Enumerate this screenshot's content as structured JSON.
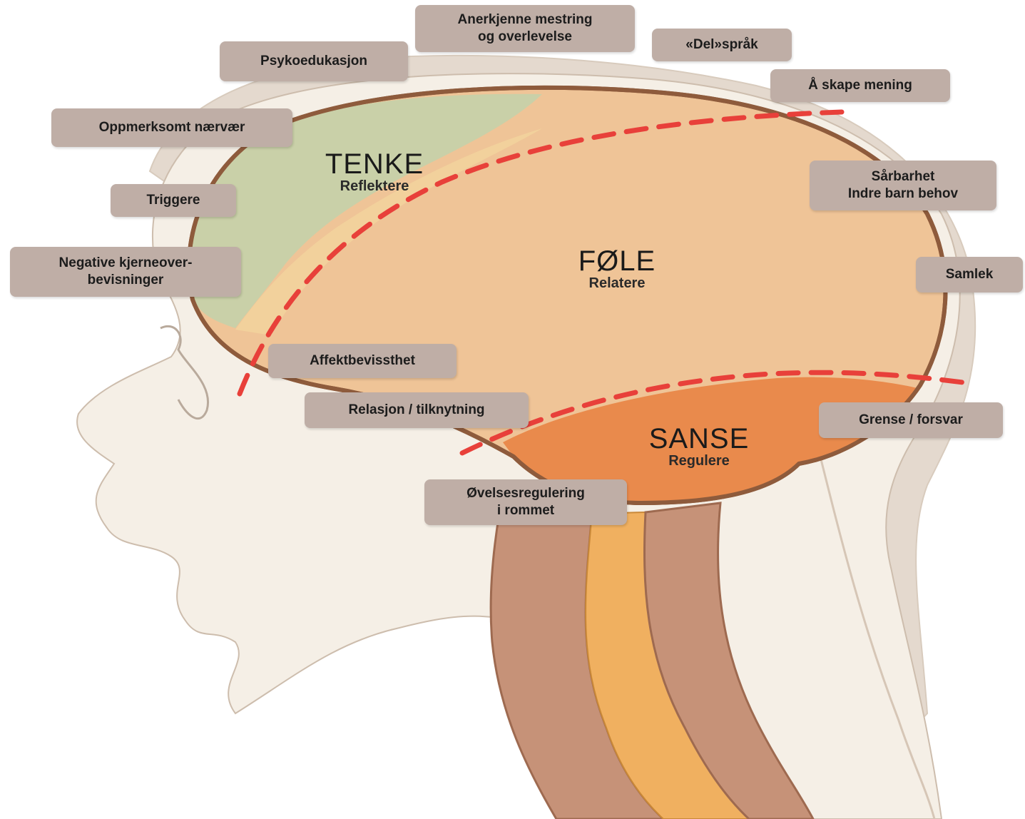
{
  "colors": {
    "skin": "#f5efe6",
    "hair": "#e4d9ce",
    "outline": "#b98c6d",
    "think_zone": "#c9d0a8",
    "feel_zone": "#efc497",
    "sense_zone": "#e98a4c",
    "spine_brown": "#c69278",
    "spine_orange": "#f0b060",
    "dashed_line": "#e8403a",
    "label_bg": "#bfaea6"
  },
  "zones": {
    "think": {
      "title": "TENKE",
      "subtitle": "Reflektere"
    },
    "feel": {
      "title": "FØLE",
      "subtitle": "Relatere"
    },
    "sense": {
      "title": "SANSE",
      "subtitle": "Regulere"
    }
  },
  "labels": {
    "anerkjenne": [
      "Anerkjenne mestring",
      "og overlevelse"
    ],
    "psykoedukasjon": "Psykoedukasjon",
    "del_sprak": "«Del»språk",
    "skape_mening": "Å skape mening",
    "oppmerksomt": "Oppmerksomt nærvær",
    "triggere": "Triggere",
    "negative": [
      "Negative kjerneover-",
      "bevisninger"
    ],
    "sarbarhet": [
      "Sårbarhet",
      "Indre barn behov"
    ],
    "samlek": "Samlek",
    "affekt": "Affektbevissthet",
    "relasjon": "Relasjon / tilknytning",
    "grense": "Grense / forsvar",
    "ovelses": [
      "Øvelsesregulering",
      "i rommet"
    ]
  }
}
